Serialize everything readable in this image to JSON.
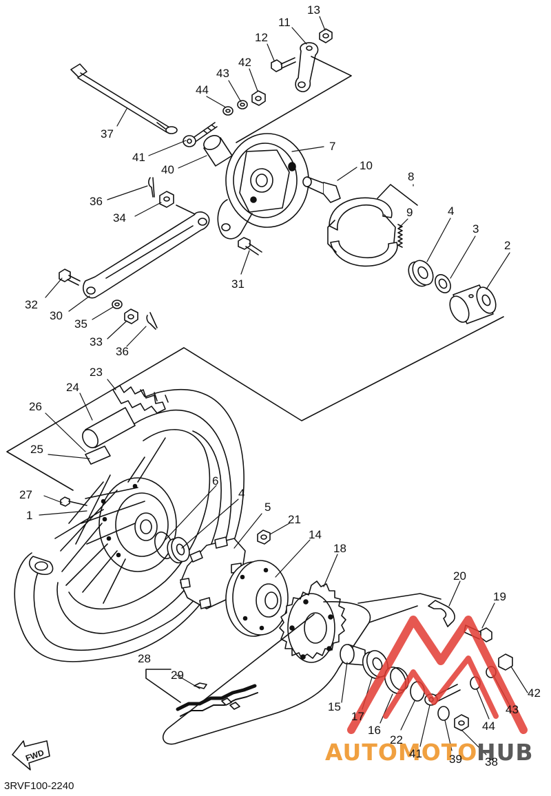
{
  "diagram": {
    "labels": [
      {
        "id": "13",
        "t": "13"
      },
      {
        "id": "11",
        "t": "11"
      },
      {
        "id": "12",
        "t": "12"
      },
      {
        "id": "42a",
        "t": "42"
      },
      {
        "id": "43a",
        "t": "43"
      },
      {
        "id": "44a",
        "t": "44"
      },
      {
        "id": "37",
        "t": "37"
      },
      {
        "id": "7",
        "t": "7"
      },
      {
        "id": "41a",
        "t": "41"
      },
      {
        "id": "40",
        "t": "40"
      },
      {
        "id": "10",
        "t": "10"
      },
      {
        "id": "8",
        "t": "8"
      },
      {
        "id": "36a",
        "t": "36"
      },
      {
        "id": "9",
        "t": "9"
      },
      {
        "id": "34",
        "t": "34"
      },
      {
        "id": "4a",
        "t": "4"
      },
      {
        "id": "3",
        "t": "3"
      },
      {
        "id": "2",
        "t": "2"
      },
      {
        "id": "31",
        "t": "31"
      },
      {
        "id": "32",
        "t": "32"
      },
      {
        "id": "30",
        "t": "30"
      },
      {
        "id": "35",
        "t": "35"
      },
      {
        "id": "33",
        "t": "33"
      },
      {
        "id": "36b",
        "t": "36"
      },
      {
        "id": "23",
        "t": "23"
      },
      {
        "id": "24",
        "t": "24"
      },
      {
        "id": "26",
        "t": "26"
      },
      {
        "id": "25",
        "t": "25"
      },
      {
        "id": "6",
        "t": "6"
      },
      {
        "id": "27",
        "t": "27"
      },
      {
        "id": "4b",
        "t": "4"
      },
      {
        "id": "1",
        "t": "1"
      },
      {
        "id": "5",
        "t": "5"
      },
      {
        "id": "21",
        "t": "21"
      },
      {
        "id": "14",
        "t": "14"
      },
      {
        "id": "18",
        "t": "18"
      },
      {
        "id": "20",
        "t": "20"
      },
      {
        "id": "19",
        "t": "19"
      },
      {
        "id": "28",
        "t": "28"
      },
      {
        "id": "29",
        "t": "29"
      },
      {
        "id": "42b",
        "t": "42"
      },
      {
        "id": "43b",
        "t": "43"
      },
      {
        "id": "15",
        "t": "15"
      },
      {
        "id": "17",
        "t": "17"
      },
      {
        "id": "44b",
        "t": "44"
      },
      {
        "id": "16",
        "t": "16"
      },
      {
        "id": "22",
        "t": "22"
      },
      {
        "id": "41b",
        "t": "41"
      },
      {
        "id": "39",
        "t": "39"
      },
      {
        "id": "38",
        "t": "38"
      }
    ],
    "fwd_label": "FWD",
    "diagram_code": "3RVF100-2240",
    "watermark": {
      "text_a": "AUTOMOTO",
      "text_b": "HUB",
      "color_red": "#e23c33",
      "color_orange": "#f0a040",
      "color_gray": "#5a5a5a"
    }
  }
}
